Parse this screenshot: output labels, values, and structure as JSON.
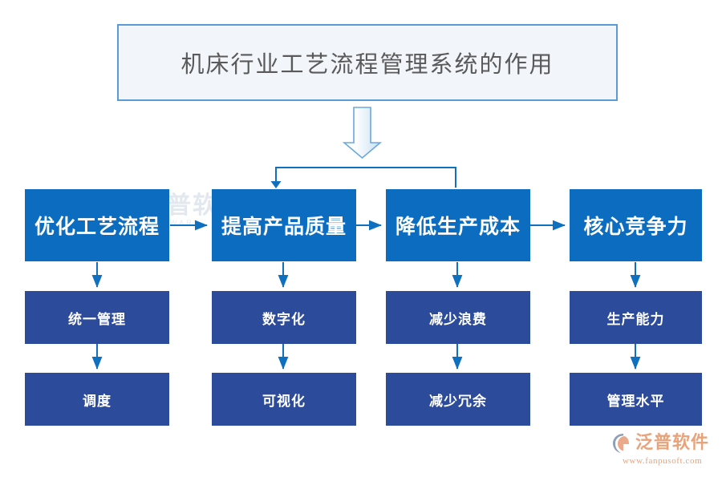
{
  "title": {
    "text": "机床行业工艺流程管理系统的作用"
  },
  "colors": {
    "primary_box": "#0b6cc0",
    "secondary_box": "#2c4b9b",
    "title_border": "#5b9bd5",
    "title_fill": "#f2f6fa",
    "title_text": "#5a5a5a",
    "connector": "#1070c0",
    "big_arrow_fill": "#dbeaf7",
    "logo_accent": "#e8a37a"
  },
  "columns": [
    {
      "primary": "优化工艺流程",
      "secondary": "统一管理",
      "tertiary": "调度"
    },
    {
      "primary": "提高产品质量",
      "secondary": "数字化",
      "tertiary": "可视化"
    },
    {
      "primary": "降低生产成本",
      "secondary": "减少浪费",
      "tertiary": "减少冗余"
    },
    {
      "primary": "核心竞争力",
      "secondary": "生产能力",
      "tertiary": "管理水平"
    }
  ],
  "watermark": {
    "cn": "泛普软件",
    "en": "SOFTWARE"
  },
  "logo": {
    "cn": "泛普软件",
    "url": "www.fanpusoft.com"
  }
}
